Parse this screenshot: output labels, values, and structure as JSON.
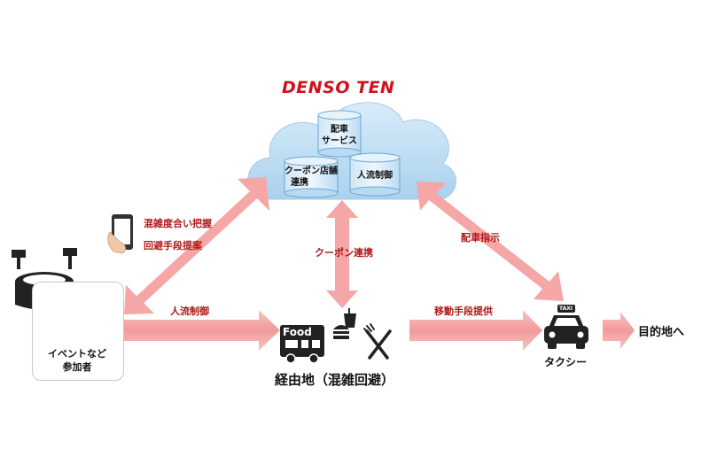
{
  "logo": "DENSO TEN",
  "cloud": {
    "db1": [
      "配車",
      "サービス"
    ],
    "db2": [
      "クーポン店舗",
      "連携"
    ],
    "db3": "人流制御"
  },
  "labels": {
    "congestion": "混雑度合い把握",
    "alt_route": "回避手段提案",
    "coupon": "クーポン連携",
    "dispatch": "配車指示",
    "crowd_control": "人流制御",
    "transport": "移動手段提供"
  },
  "nodes": {
    "participants": [
      "イベントなど",
      "参加者"
    ],
    "waypoint": "経由地（混雑回避）",
    "taxi": "タクシー",
    "destination": "目的地へ",
    "food_sign": "Food",
    "taxi_sign": "TAXI"
  },
  "colors": {
    "arrow": "#f5a0a0",
    "arrow_dark": "#ec8080",
    "cloud": "#bcdcf2",
    "label_red": "#b01818",
    "logo_red": "#d0111b"
  }
}
